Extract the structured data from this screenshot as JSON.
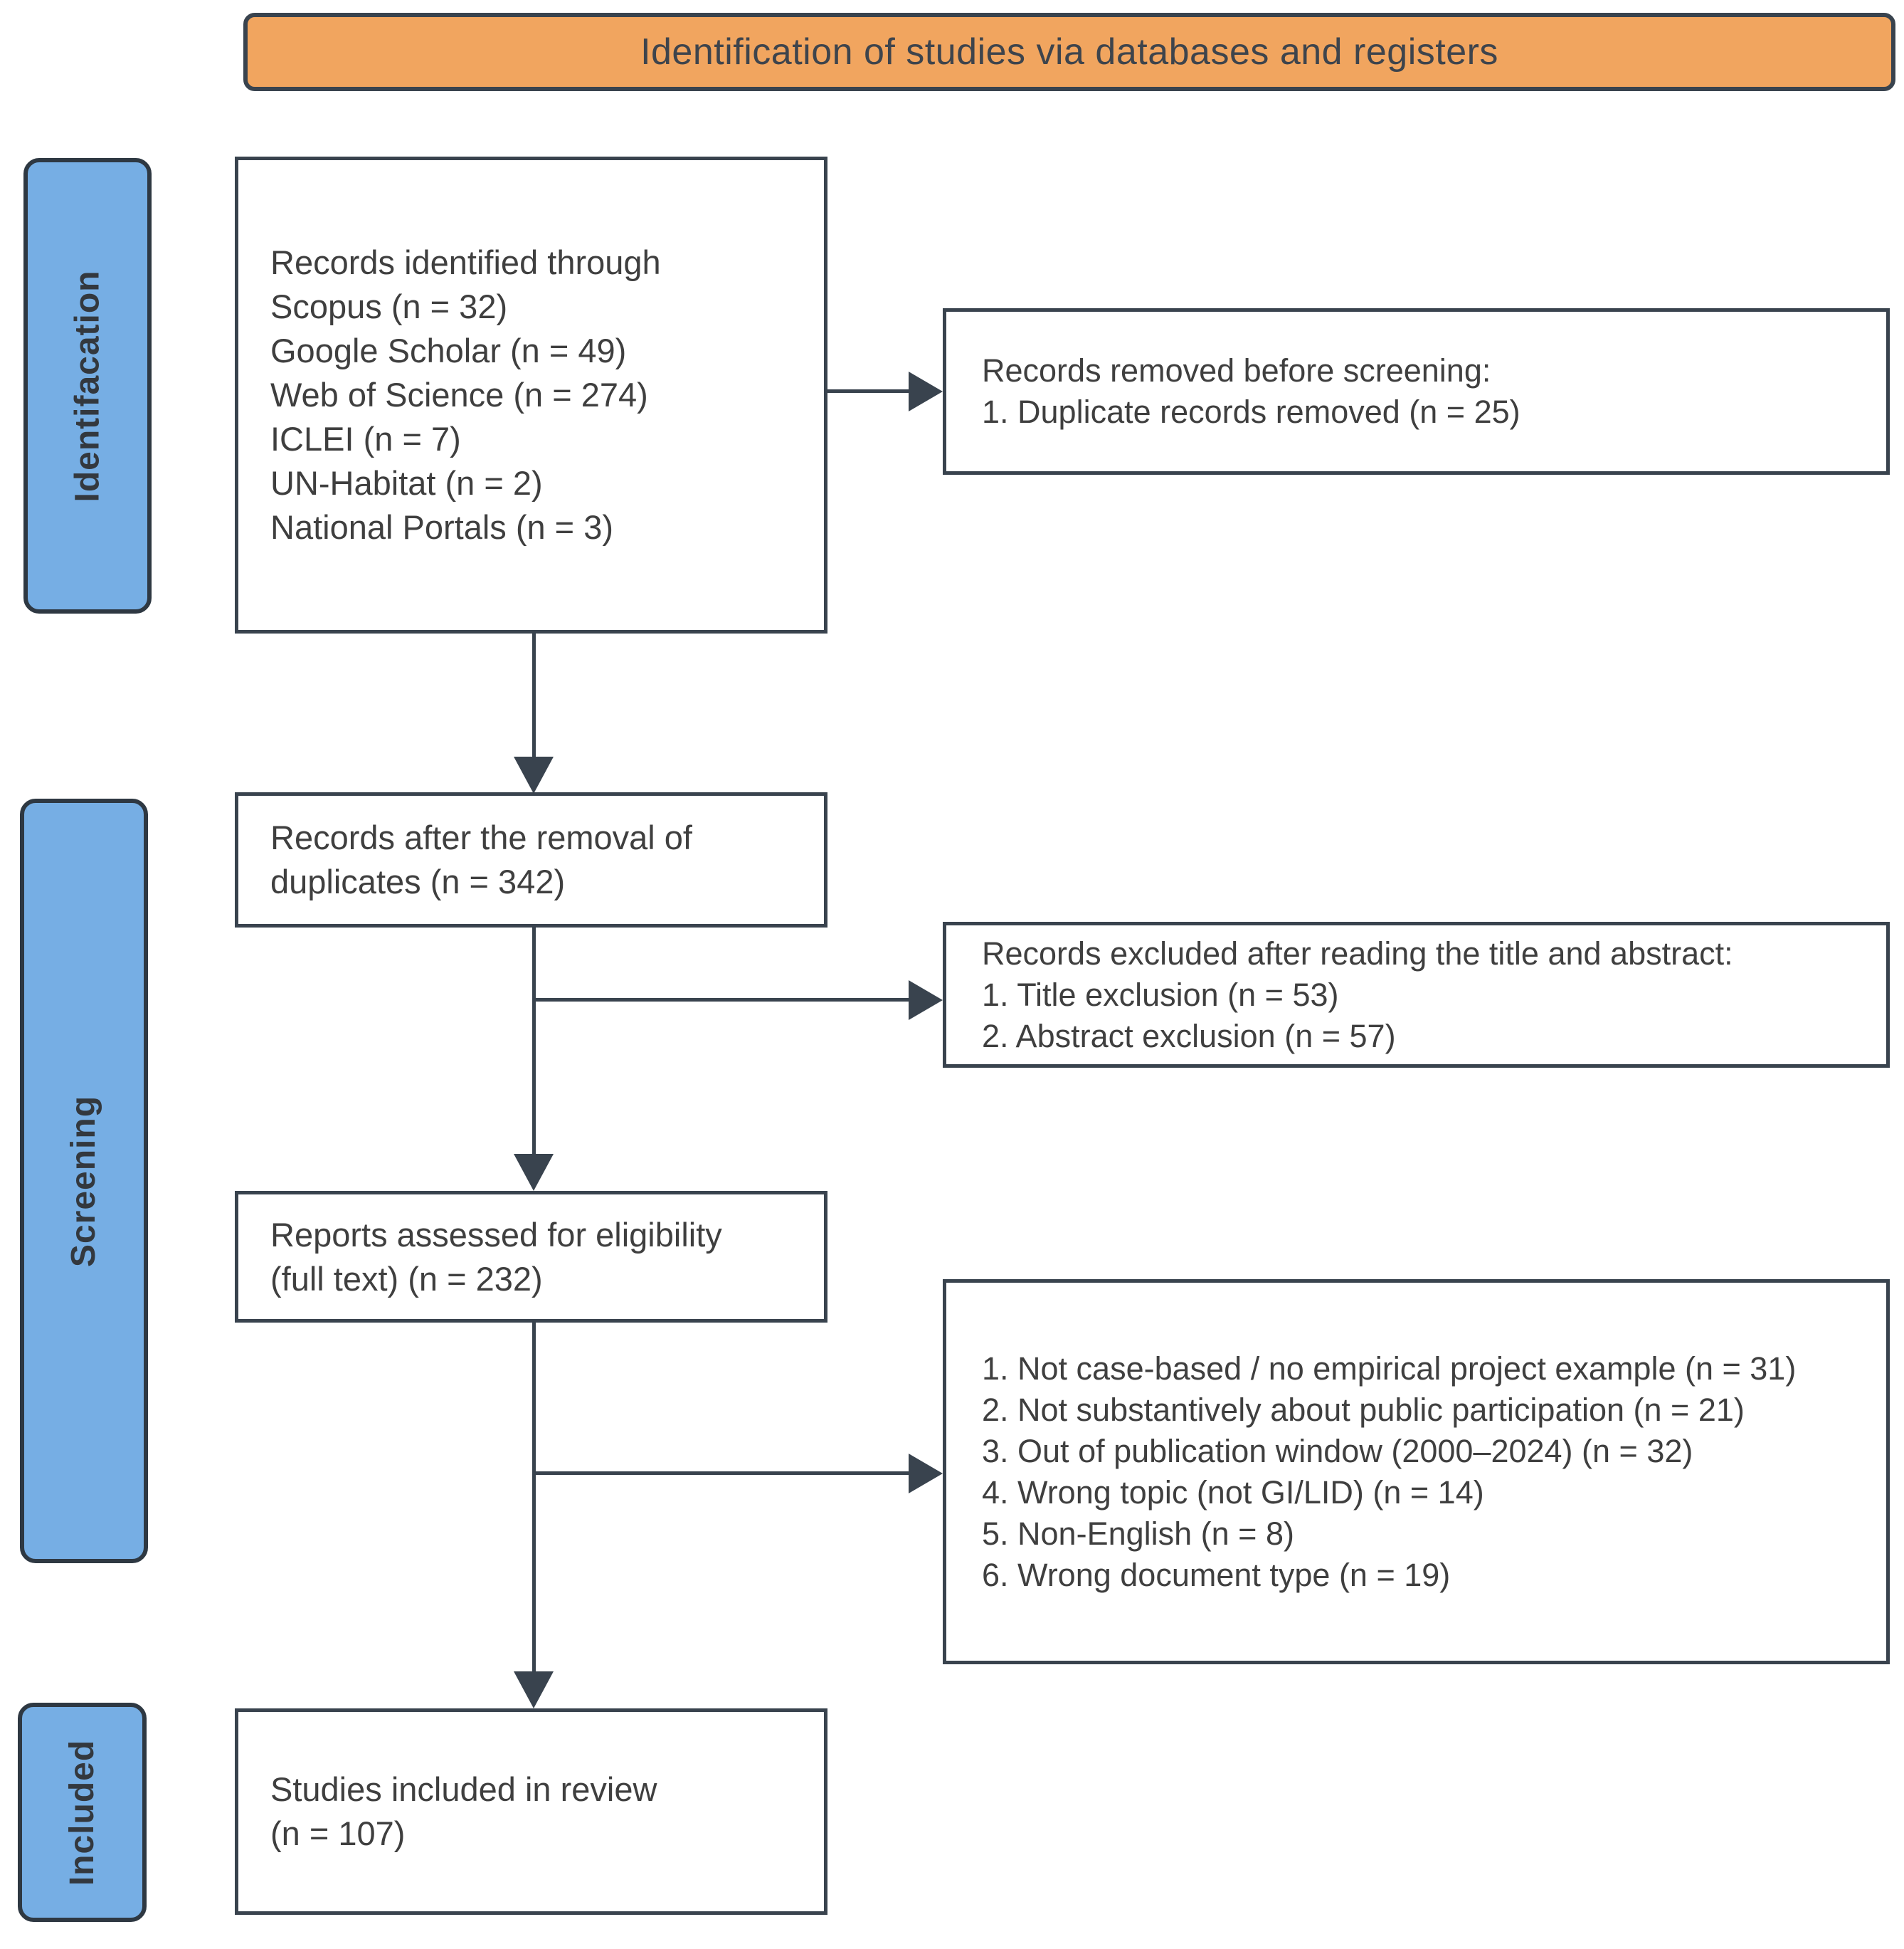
{
  "banner": {
    "title": "Identification of studies via databases and registers"
  },
  "stages": {
    "identification": "Identifacation",
    "screening": "Screening",
    "included": "Included"
  },
  "boxes": {
    "records_identified": {
      "lines": [
        "Records identified through",
        "Scopus (n = 32)",
        "Google Scholar (n = 49)",
        "Web of Science (n = 274)",
        "ICLEI (n = 7)",
        "UN-Habitat (n = 2)",
        "National Portals (n = 3)"
      ]
    },
    "records_removed": {
      "lines": [
        "Records removed before screening:",
        "1. Duplicate records removed (n = 25)"
      ]
    },
    "records_after_duplicates": {
      "lines": [
        "Records after the removal of",
        "duplicates (n = 342)"
      ]
    },
    "records_excluded": {
      "lines": [
        "Records excluded after reading the title and abstract:",
        "1. Title exclusion (n = 53)",
        "2. Abstract exclusion (n = 57)"
      ]
    },
    "reports_assessed": {
      "lines": [
        "Reports assessed for eligibility",
        "(full text) (n = 232)"
      ]
    },
    "fulltext_exclusions": {
      "lines": [
        "1. Not case-based / no empirical project example (n = 31)",
        "2. Not substantively about public participation (n = 21)",
        "3. Out of publication window (2000–2024) (n = 32)",
        "4. Wrong topic (not GI/LID) (n = 14)",
        "5. Non-English (n = 8)",
        "6. Wrong document type (n = 19)"
      ]
    },
    "studies_included": {
      "lines": [
        "Studies included in review",
        "(n = 107)"
      ]
    }
  },
  "colors": {
    "banner_fill": "#F1A55F",
    "stage_fill": "#76AEE4",
    "outline_dark": "#39434E",
    "text": "#3F3F3F"
  }
}
